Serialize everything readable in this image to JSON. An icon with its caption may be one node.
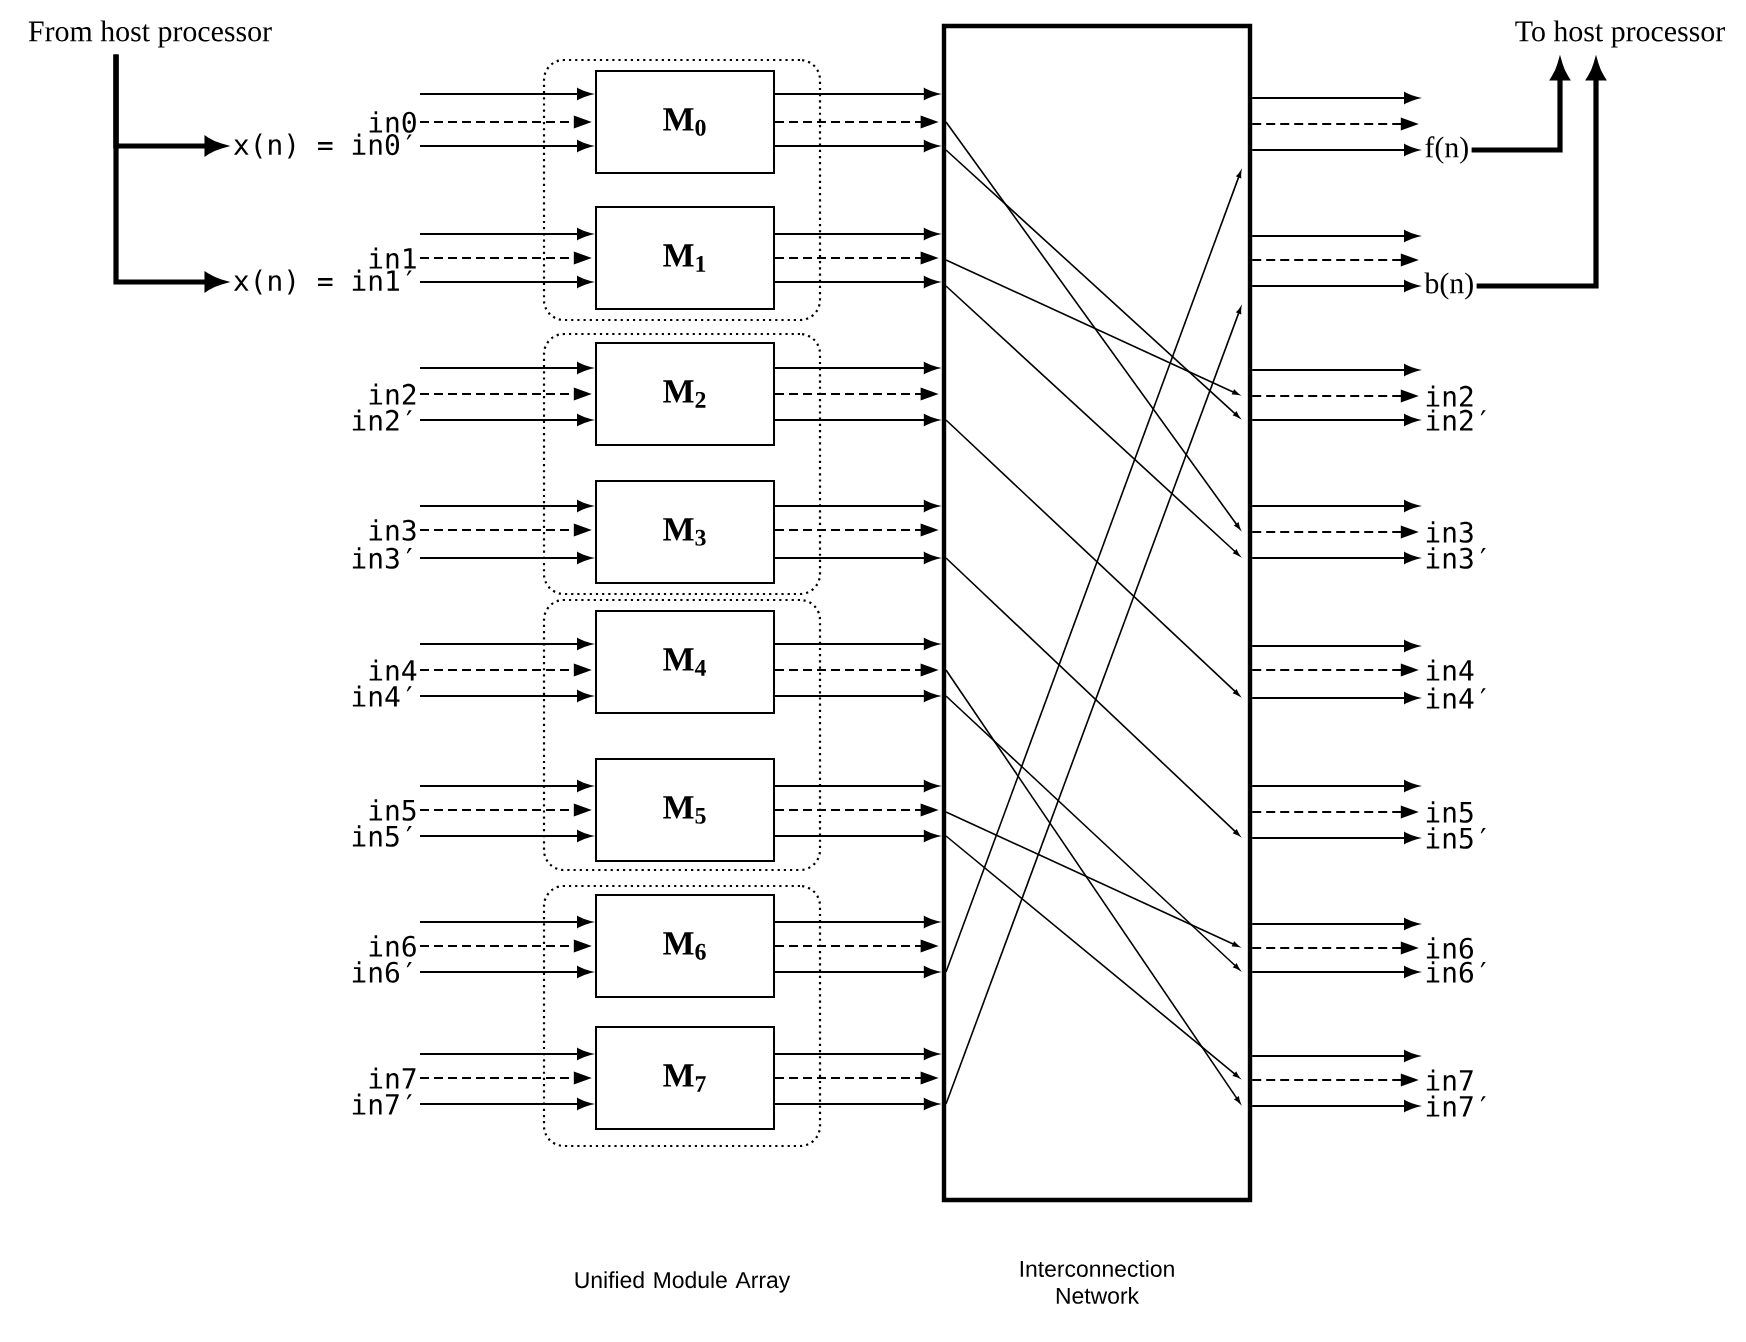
{
  "diagram": {
    "nodes": [
      {
        "text": [
          "From host processor"
        ]
      },
      {
        "text": [
          "To host processor"
        ]
      },
      {
        "text": [],
        "shape": "box"
      },
      {
        "text": [
          "M$_{0}$"
        ],
        "in": 2
      },
      {
        "text": [
          "M$_{1}$"
        ],
        "in": 2
      },
      {
        "text": [],
        "shape": "box"
      },
      {
        "text": [
          "M$_{2}$"
        ],
        "in": 5
      },
      {
        "text": [
          "M$_{3}$"
        ],
        "in": 5
      },
      {
        "text": [],
        "shape": "box"
      },
      {
        "text": [
          "M$_{4}$"
        ],
        "in": 8
      },
      {
        "text": [
          "M$_{5}$"
        ],
        "in": 8
      },
      {
        "text": [],
        "shape": "box"
      },
      {
        "text": [
          "M$_{6}$"
        ],
        "in": 11
      },
      {
        "text": [
          "M$_{7}$"
        ],
        "in": 11
      },
      {
        "text": [
          "Interconnection Network"
        ]
      },
      {
        "text": [
          "in0"
        ]
      },
      {
        "text": [
          "x(n) = in0′"
        ]
      },
      {
        "text": [
          "in1"
        ]
      },
      {
        "text": [
          "x(n) = in1′"
        ]
      },
      {
        "text": [
          "in2"
        ]
      },
      {
        "text": [
          "in2′"
        ]
      },
      {
        "text": [
          "in3"
        ]
      },
      {
        "text": [
          "in3′"
        ]
      },
      {
        "text": [
          "in4"
        ]
      },
      {
        "text": [
          "in4′"
        ]
      },
      {
        "text": [
          "in5"
        ]
      },
      {
        "text": [
          "in5′"
        ]
      },
      {
        "text": [
          "in6"
        ]
      },
      {
        "text": [
          "in6′"
        ]
      },
      {
        "text": [
          "in7"
        ]
      },
      {
        "text": [
          "in7′"
        ]
      },
      {
        "text": [
          "f(n)"
        ]
      },
      {
        "text": [
          "b(n)"
        ]
      },
      {
        "text": [
          "in2"
        ]
      },
      {
        "text": [
          "in2′"
        ]
      },
      {
        "text": [
          "in3"
        ]
      },
      {
        "text": [
          "in3′"
        ]
      },
      {
        "text": [
          "in4"
        ]
      },
      {
        "text": [
          "in4′"
        ]
      },
      {
        "text": [
          "in5"
        ]
      },
      {
        "text": [
          "in5′"
        ]
      },
      {
        "text": [
          "in6"
        ]
      },
      {
        "text": [
          "in6′"
        ]
      },
      {
        "text": [
          "in7"
        ]
      },
      {
        "text": [
          "in7′"
        ]
      }
    ],
    "edges": [
      {
        "from": 0,
        "to": 16,
        "arrow": "to",
        "style": "thick"
      },
      {
        "from": 0,
        "to": 18,
        "arrow": "to",
        "style": "thick"
      },
      {
        "from": 31,
        "to": 1,
        "arrow": "to",
        "style": "thick"
      },
      {
        "from": 32,
        "to": 1,
        "arrow": "to",
        "style": "thick"
      },
      {
        "from": 15,
        "to": 3,
        "arrow": "to"
      },
      {
        "from": 15,
        "to": 3,
        "arrow": "to",
        "style": "dashed"
      },
      {
        "from": 16,
        "to": 3,
        "arrow": "to"
      },
      {
        "from": 17,
        "to": 4,
        "arrow": "to"
      },
      {
        "from": 17,
        "to": 4,
        "arrow": "to",
        "style": "dashed"
      },
      {
        "from": 18,
        "to": 4,
        "arrow": "to"
      },
      {
        "from": 19,
        "to": 6,
        "arrow": "to"
      },
      {
        "from": 19,
        "to": 6,
        "arrow": "to",
        "style": "dashed"
      },
      {
        "from": 20,
        "to": 6,
        "arrow": "to"
      },
      {
        "from": 21,
        "to": 7,
        "arrow": "to"
      },
      {
        "from": 21,
        "to": 7,
        "arrow": "to",
        "style": "dashed"
      },
      {
        "from": 22,
        "to": 7,
        "arrow": "to"
      },
      {
        "from": 23,
        "to": 9,
        "arrow": "to"
      },
      {
        "from": 23,
        "to": 9,
        "arrow": "to",
        "style": "dashed"
      },
      {
        "from": 24,
        "to": 9,
        "arrow": "to"
      },
      {
        "from": 25,
        "to": 10,
        "arrow": "to"
      },
      {
        "from": 25,
        "to": 10,
        "arrow": "to",
        "style": "dashed"
      },
      {
        "from": 26,
        "to": 10,
        "arrow": "to"
      },
      {
        "from": 27,
        "to": 12,
        "arrow": "to"
      },
      {
        "from": 27,
        "to": 12,
        "arrow": "to",
        "style": "dashed"
      },
      {
        "from": 28,
        "to": 12,
        "arrow": "to"
      },
      {
        "from": 29,
        "to": 13,
        "arrow": "to"
      },
      {
        "from": 29,
        "to": 13,
        "arrow": "to",
        "style": "dashed"
      },
      {
        "from": 30,
        "to": 13,
        "arrow": "to"
      },
      {
        "from": 3,
        "to": 14,
        "arrow": "to"
      },
      {
        "from": 3,
        "to": 14,
        "arrow": "to",
        "style": "dashed"
      },
      {
        "from": 3,
        "to": 14,
        "arrow": "to"
      },
      {
        "from": 4,
        "to": 14,
        "arrow": "to"
      },
      {
        "from": 4,
        "to": 14,
        "arrow": "to",
        "style": "dashed"
      },
      {
        "from": 4,
        "to": 14,
        "arrow": "to"
      },
      {
        "from": 6,
        "to": 14,
        "arrow": "to"
      },
      {
        "from": 6,
        "to": 14,
        "arrow": "to",
        "style": "dashed"
      },
      {
        "from": 6,
        "to": 14,
        "arrow": "to"
      },
      {
        "from": 7,
        "to": 14,
        "arrow": "to"
      },
      {
        "from": 7,
        "to": 14,
        "arrow": "to",
        "style": "dashed"
      },
      {
        "from": 7,
        "to": 14,
        "arrow": "to"
      },
      {
        "from": 9,
        "to": 14,
        "arrow": "to"
      },
      {
        "from": 9,
        "to": 14,
        "arrow": "to",
        "style": "dashed"
      },
      {
        "from": 9,
        "to": 14,
        "arrow": "to"
      },
      {
        "from": 10,
        "to": 14,
        "arrow": "to"
      },
      {
        "from": 10,
        "to": 14,
        "arrow": "to",
        "style": "dashed"
      },
      {
        "from": 10,
        "to": 14,
        "arrow": "to"
      },
      {
        "from": 12,
        "to": 14,
        "arrow": "to"
      },
      {
        "from": 12,
        "to": 14,
        "arrow": "to",
        "style": "dashed"
      },
      {
        "from": 12,
        "to": 14,
        "arrow": "to"
      },
      {
        "from": 13,
        "to": 14,
        "arrow": "to"
      },
      {
        "from": 13,
        "to": 14,
        "arrow": "to",
        "style": "dashed"
      },
      {
        "from": 13,
        "to": 14,
        "arrow": "to"
      },
      {
        "from": 14,
        "to": 31,
        "arrow": "to"
      },
      {
        "from": 14,
        "to": 31,
        "arrow": "to",
        "style": "dashed"
      },
      {
        "from": 14,
        "to": 31,
        "arrow": "to"
      },
      {
        "from": 14,
        "to": 32,
        "arrow": "to"
      },
      {
        "from": 14,
        "to": 32,
        "arrow": "to",
        "style": "dashed"
      },
      {
        "from": 14,
        "to": 32,
        "arrow": "to"
      },
      {
        "from": 14,
        "to": 33,
        "arrow": "to"
      },
      {
        "from": 14,
        "to": 33,
        "arrow": "to",
        "style": "dashed"
      },
      {
        "from": 14,
        "to": 34,
        "arrow": "to"
      },
      {
        "from": 14,
        "to": 35,
        "arrow": "to"
      },
      {
        "from": 14,
        "to": 35,
        "arrow": "to",
        "style": "dashed"
      },
      {
        "from": 14,
        "to": 36,
        "arrow": "to"
      },
      {
        "from": 14,
        "to": 37,
        "arrow": "to"
      },
      {
        "from": 14,
        "to": 37,
        "arrow": "to",
        "style": "dashed"
      },
      {
        "from": 14,
        "to": 38,
        "arrow": "to"
      },
      {
        "from": 14,
        "to": 39,
        "arrow": "to"
      },
      {
        "from": 14,
        "to": 39,
        "arrow": "to",
        "style": "dashed"
      },
      {
        "from": 14,
        "to": 40,
        "arrow": "to"
      },
      {
        "from": 14,
        "to": 41,
        "arrow": "to"
      },
      {
        "from": 14,
        "to": 41,
        "arrow": "to",
        "style": "dashed"
      },
      {
        "from": 14,
        "to": 42,
        "arrow": "to"
      },
      {
        "from": 14,
        "to": 43,
        "arrow": "to"
      },
      {
        "from": 14,
        "to": 43,
        "arrow": "to",
        "style": "dashed"
      },
      {
        "from": 14,
        "to": 44,
        "arrow": "to"
      }
    ],
    "labels": [
      "Unified Module Array"
    ]
  }
}
